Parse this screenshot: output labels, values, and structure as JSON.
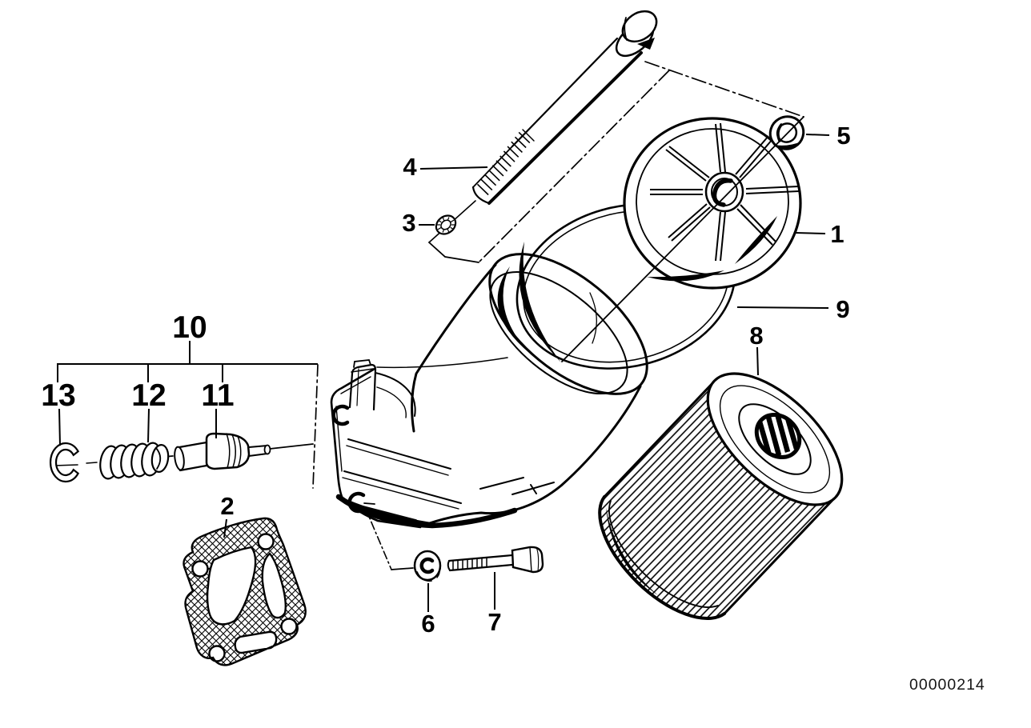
{
  "diagram": {
    "description": "Exploded parts diagram - oil filter assembly",
    "footer_code": "00000214",
    "colors": {
      "line": "#000000",
      "background": "#ffffff"
    },
    "callouts": {
      "c1": {
        "label": "1"
      },
      "c2": {
        "label": "2"
      },
      "c3": {
        "label": "3"
      },
      "c4": {
        "label": "4"
      },
      "c5": {
        "label": "5"
      },
      "c6": {
        "label": "6"
      },
      "c7": {
        "label": "7"
      },
      "c8": {
        "label": "8"
      },
      "c9": {
        "label": "9"
      },
      "c10": {
        "label": "10"
      },
      "c11": {
        "label": "11"
      },
      "c12": {
        "label": "12"
      },
      "c13": {
        "label": "13"
      }
    }
  }
}
